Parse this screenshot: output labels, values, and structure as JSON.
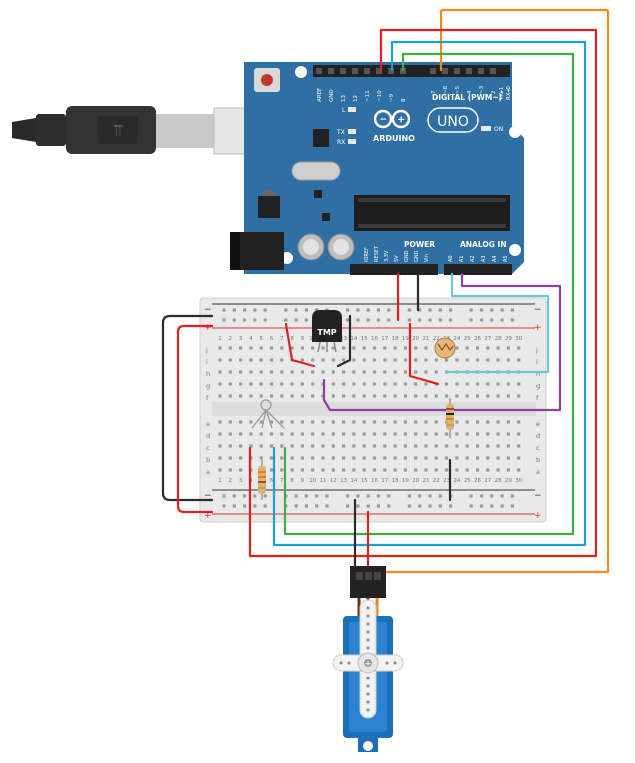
{
  "arduino": {
    "brand": "ARDUINO",
    "model": "UNO",
    "digital_label": "DIGITAL (PWM~)",
    "on_label": "ON",
    "power_label": "POWER",
    "analog_label": "ANALOG IN",
    "led_labels": [
      "L",
      "TX",
      "RX"
    ],
    "top_pins": [
      "AREF",
      "GND",
      "13",
      "12",
      "~11",
      "~10",
      "~9",
      "8",
      "7",
      "~6",
      "~5",
      "4",
      "~3",
      "2",
      "TX▸1",
      "RX◂0"
    ],
    "power_pins": [
      "IOREF",
      "RESET",
      "3.3V",
      "5V",
      "GND",
      "GND",
      "Vin"
    ],
    "analog_pins": [
      "A0",
      "A1",
      "A2",
      "A3",
      "A4",
      "A5"
    ]
  },
  "breadboard": {
    "top_numbers": [
      "1",
      "2",
      "3",
      "4",
      "5",
      "6",
      "7",
      "8",
      "9",
      "10",
      "11",
      "12",
      "13",
      "14",
      "15",
      "16",
      "17",
      "18",
      "19",
      "20",
      "21",
      "22",
      "23",
      "24",
      "25",
      "26",
      "27",
      "28",
      "29",
      "30"
    ],
    "row_letters_top": [
      "j",
      "i",
      "h",
      "g",
      "f"
    ],
    "row_letters_bottom": [
      "e",
      "d",
      "c",
      "b",
      "a"
    ],
    "rail_minus": "−",
    "rail_plus": "+"
  },
  "components": {
    "temp_sensor_label": "TMP"
  },
  "wire_colors": {
    "red": "#e0201c",
    "black": "#2b2b2b",
    "orange": "#f08a1c",
    "blue": "#1ba0d8",
    "green": "#3fae49",
    "teal": "#6cc7cf",
    "purple": "#8a3fa3"
  }
}
